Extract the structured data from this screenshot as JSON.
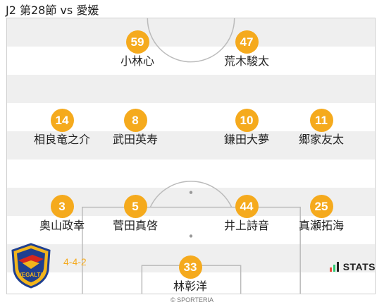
{
  "header": {
    "title": "J2 第28節 vs 愛媛"
  },
  "lineup": {
    "formation": "4-4-2",
    "players": [
      {
        "number": "59",
        "name": "小林心"
      },
      {
        "number": "47",
        "name": "荒木駿太"
      },
      {
        "number": "14",
        "name": "相良竜之介"
      },
      {
        "number": "8",
        "name": "武田英寿"
      },
      {
        "number": "10",
        "name": "鎌田大夢"
      },
      {
        "number": "11",
        "name": "郷家友太"
      },
      {
        "number": "3",
        "name": "奥山政幸"
      },
      {
        "number": "5",
        "name": "菅田真啓"
      },
      {
        "number": "44",
        "name": "井上詩音"
      },
      {
        "number": "25",
        "name": "真瀬拓海"
      },
      {
        "number": "33",
        "name": "林彰洋"
      }
    ]
  },
  "crest": {
    "text": "VEGALTA"
  },
  "provider": {
    "label": "STATS"
  },
  "footer": {
    "copyright": "© SPORTERIA"
  },
  "colors": {
    "number_badge": "#f5aa1d",
    "stripe": "#efefef",
    "line": "#bbbbbb",
    "crest_gold": "#f2b51c",
    "crest_blue": "#1f3f8f",
    "crest_red": "#d7261d"
  }
}
